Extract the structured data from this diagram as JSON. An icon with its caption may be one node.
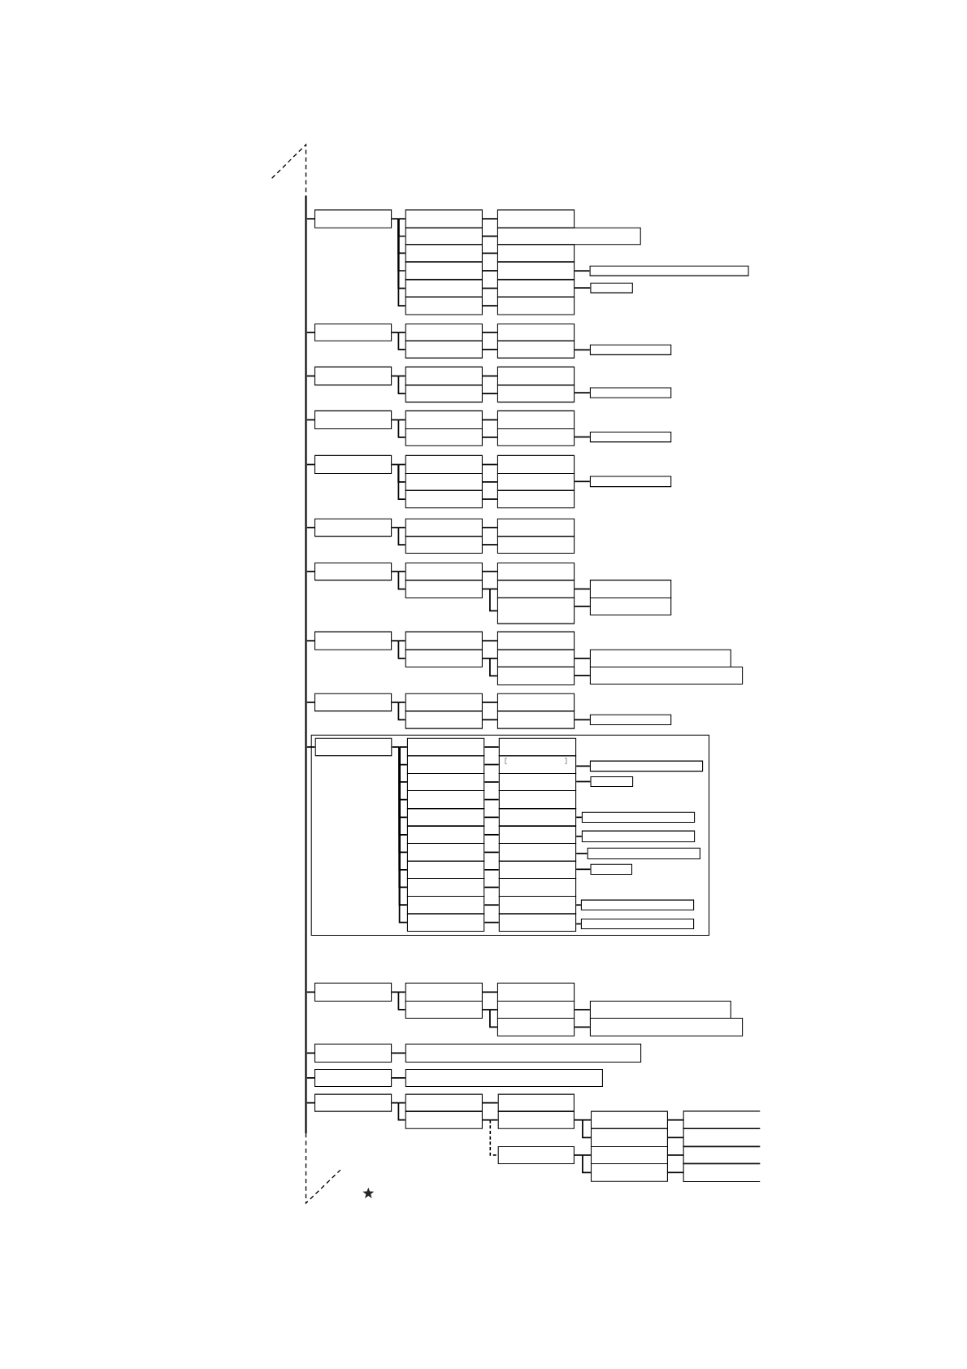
{
  "diagram": {
    "nodes": [
      {
        "text": [],
        "shape": "box"
      },
      {
        "text": [],
        "shape": "box"
      },
      {
        "text": [],
        "shape": "box"
      },
      {
        "text": [],
        "shape": "box"
      },
      {
        "text": [],
        "shape": "box"
      },
      {
        "text": [],
        "shape": "box"
      },
      {
        "text": [],
        "shape": "box"
      },
      {
        "text": [],
        "shape": "box"
      },
      {
        "text": [],
        "shape": "box"
      },
      {
        "text": [],
        "shape": "box"
      },
      {
        "text": [],
        "shape": "box"
      },
      {
        "text": [],
        "shape": "box"
      },
      {
        "text": [],
        "shape": "box"
      },
      {
        "text": [],
        "shape": "box"
      },
      {
        "text": [],
        "shape": "box"
      },
      {
        "text": [],
        "shape": "box"
      },
      {
        "text": [],
        "shape": "box"
      },
      {
        "text": [],
        "shape": "box"
      },
      {
        "text": [],
        "shape": "box"
      },
      {
        "text": [],
        "shape": "box"
      },
      {
        "text": [],
        "shape": "box"
      },
      {
        "text": [],
        "shape": "box"
      },
      {
        "text": [],
        "shape": "box"
      },
      {
        "text": [],
        "shape": "box"
      },
      {
        "text": [],
        "shape": "box"
      },
      {
        "text": [],
        "shape": "box"
      },
      {
        "text": [],
        "shape": "box"
      },
      {
        "text": [],
        "shape": "box"
      },
      {
        "text": [],
        "shape": "box"
      },
      {
        "text": [],
        "shape": "box"
      },
      {
        "text": [],
        "shape": "box"
      },
      {
        "text": [],
        "shape": "box"
      },
      {
        "text": [],
        "shape": "box"
      },
      {
        "text": [],
        "shape": "box"
      },
      {
        "text": [],
        "shape": "box"
      },
      {
        "text": [],
        "shape": "box"
      },
      {
        "text": [],
        "shape": "box"
      },
      {
        "text": [],
        "shape": "box"
      },
      {
        "text": [],
        "shape": "box"
      },
      {
        "text": [],
        "shape": "box"
      },
      {
        "text": [],
        "shape": "box"
      },
      {
        "text": [],
        "shape": "box"
      },
      {
        "text": [],
        "shape": "box"
      },
      {
        "text": [],
        "shape": "box"
      },
      {
        "text": [],
        "shape": "box"
      },
      {
        "text": [],
        "shape": "box"
      },
      {
        "text": [],
        "shape": "box"
      },
      {
        "text": [],
        "shape": "box"
      },
      {
        "text": [],
        "shape": "box"
      },
      {
        "text": [],
        "shape": "box"
      },
      {
        "text": [],
        "shape": "box"
      },
      {
        "text": [],
        "shape": "box"
      },
      {
        "text": [],
        "shape": "box"
      },
      {
        "text": [],
        "shape": "box"
      },
      {
        "text": [],
        "shape": "box"
      },
      {
        "text": [],
        "shape": "box"
      },
      {
        "text": [],
        "shape": "box"
      },
      {
        "text": [],
        "shape": "box"
      },
      {
        "text": [],
        "shape": "box"
      },
      {
        "text": [],
        "shape": "box"
      },
      {
        "text": [],
        "shape": "box"
      },
      {
        "text": [],
        "shape": "box"
      },
      {
        "text": [],
        "shape": "box"
      },
      {
        "text": [],
        "shape": "box"
      },
      {
        "text": [],
        "shape": "box"
      },
      {
        "text": [],
        "shape": "box"
      },
      {
        "text": [],
        "shape": "box"
      },
      {
        "text": [],
        "shape": "box"
      },
      {
        "text": [],
        "shape": "box"
      },
      {
        "text": [],
        "shape": "box",
        "in": 68
      },
      {
        "text": [],
        "shape": "box",
        "in": 68
      },
      {
        "text": [],
        "shape": "box",
        "in": 68
      },
      {
        "text": [],
        "shape": "box",
        "in": 68
      },
      {
        "text": [],
        "shape": "box",
        "in": 68
      },
      {
        "text": [],
        "shape": "box",
        "in": 68
      },
      {
        "text": [],
        "shape": "box",
        "in": 68
      },
      {
        "text": [],
        "shape": "box",
        "in": 68
      },
      {
        "text": [],
        "shape": "box",
        "in": 68
      },
      {
        "text": [],
        "shape": "box",
        "in": 68
      },
      {
        "text": [],
        "shape": "box",
        "in": 68
      },
      {
        "text": [],
        "shape": "box",
        "in": 68
      },
      {
        "text": [],
        "shape": "box",
        "in": 68
      },
      {
        "text": [],
        "shape": "box",
        "in": 68
      },
      {
        "text": [],
        "shape": "box",
        "in": 68
      },
      {
        "text": [],
        "shape": "box",
        "in": 68
      },
      {
        "text": [],
        "shape": "box",
        "in": 68
      },
      {
        "text": [],
        "shape": "box",
        "in": 68
      },
      {
        "text": [],
        "shape": "box",
        "in": 68
      },
      {
        "text": [],
        "shape": "box",
        "in": 68
      },
      {
        "text": [],
        "shape": "box",
        "in": 68
      },
      {
        "text": [],
        "shape": "box",
        "in": 68
      },
      {
        "text": [],
        "shape": "box",
        "in": 68
      },
      {
        "text": [],
        "shape": "box",
        "in": 68
      },
      {
        "text": [],
        "shape": "box",
        "in": 68
      },
      {
        "text": [],
        "shape": "box",
        "in": 68
      },
      {
        "text": [],
        "shape": "box",
        "in": 68
      },
      {
        "text": [],
        "shape": "box",
        "in": 68
      },
      {
        "text": [],
        "shape": "box",
        "in": 68
      },
      {
        "text": [],
        "shape": "box",
        "in": 68
      },
      {
        "text": [],
        "shape": "box",
        "in": 68
      },
      {
        "text": [],
        "shape": "box"
      },
      {
        "text": [],
        "shape": "box"
      },
      {
        "text": [],
        "shape": "box"
      },
      {
        "text": [],
        "shape": "box"
      },
      {
        "text": [],
        "shape": "box"
      },
      {
        "text": [],
        "shape": "box"
      },
      {
        "text": [],
        "shape": "box"
      },
      {
        "text": [],
        "shape": "box"
      },
      {
        "text": [],
        "shape": "box"
      },
      {
        "text": [],
        "shape": "box"
      },
      {
        "text": [],
        "shape": "box"
      },
      {
        "text": [],
        "shape": "box"
      },
      {
        "text": [],
        "shape": "box"
      },
      {
        "text": [],
        "shape": "box"
      },
      {
        "text": [],
        "shape": "box"
      },
      {
        "text": [],
        "shape": "box"
      },
      {
        "text": [],
        "shape": "box"
      },
      {
        "text": [],
        "shape": "box"
      },
      {
        "text": [],
        "shape": "box"
      },
      {
        "text": [],
        "shape": "box"
      },
      {
        "text": [],
        "shape": "box"
      },
      {
        "text": [],
        "shape": "box"
      },
      {
        "text": [],
        "shape": "box"
      },
      {
        "text": [],
        "shape": "box"
      },
      {
        "text": [],
        "shape": "box"
      },
      {
        "text": [],
        "shape": "box"
      },
      {
        "text": [],
        "shape": "bar"
      }
    ],
    "edges": [
      {
        "from": 126,
        "to": 0,
        "arrow": "none"
      },
      {
        "from": 0,
        "to": 1,
        "arrow": "none"
      },
      {
        "from": 0,
        "to": 2,
        "arrow": "none"
      },
      {
        "from": 0,
        "to": 3,
        "arrow": "none"
      },
      {
        "from": 0,
        "to": 4,
        "arrow": "none"
      },
      {
        "from": 0,
        "to": 5,
        "arrow": "none"
      },
      {
        "from": 0,
        "to": 6,
        "arrow": "none"
      },
      {
        "from": 1,
        "to": 7,
        "arrow": "none"
      },
      {
        "from": 2,
        "to": 8,
        "arrow": "none"
      },
      {
        "from": 3,
        "to": 9,
        "arrow": "none"
      },
      {
        "from": 4,
        "to": 10,
        "arrow": "none"
      },
      {
        "from": 5,
        "to": 11,
        "arrow": "none"
      },
      {
        "from": 6,
        "to": 12,
        "arrow": "none"
      },
      {
        "from": 10,
        "to": 13,
        "arrow": "none"
      },
      {
        "from": 11,
        "to": 14,
        "arrow": "none"
      },
      {
        "from": 126,
        "to": 15,
        "arrow": "none"
      },
      {
        "from": 15,
        "to": 16,
        "arrow": "none"
      },
      {
        "from": 15,
        "to": 17,
        "arrow": "none"
      },
      {
        "from": 16,
        "to": 18,
        "arrow": "none"
      },
      {
        "from": 17,
        "to": 19,
        "arrow": "none"
      },
      {
        "from": 19,
        "to": 20,
        "arrow": "none"
      },
      {
        "from": 126,
        "to": 21,
        "arrow": "none"
      },
      {
        "from": 21,
        "to": 22,
        "arrow": "none"
      },
      {
        "from": 21,
        "to": 23,
        "arrow": "none"
      },
      {
        "from": 22,
        "to": 24,
        "arrow": "none"
      },
      {
        "from": 23,
        "to": 25,
        "arrow": "none"
      },
      {
        "from": 25,
        "to": 26,
        "arrow": "none"
      },
      {
        "from": 126,
        "to": 27,
        "arrow": "none"
      },
      {
        "from": 27,
        "to": 28,
        "arrow": "none"
      },
      {
        "from": 27,
        "to": 29,
        "arrow": "none"
      },
      {
        "from": 28,
        "to": 30,
        "arrow": "none"
      },
      {
        "from": 29,
        "to": 31,
        "arrow": "none"
      },
      {
        "from": 31,
        "to": 32,
        "arrow": "none"
      },
      {
        "from": 126,
        "to": 33,
        "arrow": "none"
      },
      {
        "from": 33,
        "to": 34,
        "arrow": "none"
      },
      {
        "from": 33,
        "to": 35,
        "arrow": "none"
      },
      {
        "from": 33,
        "to": 36,
        "arrow": "none"
      },
      {
        "from": 34,
        "to": 37,
        "arrow": "none"
      },
      {
        "from": 35,
        "to": 38,
        "arrow": "none"
      },
      {
        "from": 36,
        "to": 39,
        "arrow": "none"
      },
      {
        "from": 38,
        "to": 40,
        "arrow": "none"
      },
      {
        "from": 126,
        "to": 41,
        "arrow": "none"
      },
      {
        "from": 41,
        "to": 42,
        "arrow": "none"
      },
      {
        "from": 41,
        "to": 43,
        "arrow": "none"
      },
      {
        "from": 42,
        "to": 44,
        "arrow": "none"
      },
      {
        "from": 43,
        "to": 45,
        "arrow": "none"
      },
      {
        "from": 126,
        "to": 46,
        "arrow": "none"
      },
      {
        "from": 46,
        "to": 47,
        "arrow": "none"
      },
      {
        "from": 46,
        "to": 48,
        "arrow": "none"
      },
      {
        "from": 47,
        "to": 49,
        "arrow": "none"
      },
      {
        "from": 48,
        "to": 50,
        "arrow": "none"
      },
      {
        "from": 48,
        "to": 51,
        "arrow": "none"
      },
      {
        "from": 50,
        "to": 52,
        "arrow": "none"
      },
      {
        "from": 51,
        "to": 53,
        "arrow": "none"
      },
      {
        "from": 126,
        "to": 54,
        "arrow": "none"
      },
      {
        "from": 54,
        "to": 55,
        "arrow": "none"
      },
      {
        "from": 54,
        "to": 56,
        "arrow": "none"
      },
      {
        "from": 55,
        "to": 57,
        "arrow": "none"
      },
      {
        "from": 56,
        "to": 58,
        "arrow": "none"
      },
      {
        "from": 56,
        "to": 59,
        "arrow": "none"
      },
      {
        "from": 58,
        "to": 60,
        "arrow": "none"
      },
      {
        "from": 59,
        "to": 61,
        "arrow": "none"
      },
      {
        "from": 126,
        "to": 62,
        "arrow": "none"
      },
      {
        "from": 62,
        "to": 63,
        "arrow": "none"
      },
      {
        "from": 62,
        "to": 64,
        "arrow": "none"
      },
      {
        "from": 63,
        "to": 65,
        "arrow": "none"
      },
      {
        "from": 64,
        "to": 66,
        "arrow": "none"
      },
      {
        "from": 66,
        "to": 67,
        "arrow": "none"
      },
      {
        "from": 126,
        "to": 69,
        "arrow": "none"
      },
      {
        "from": 69,
        "to": 70,
        "arrow": "none"
      },
      {
        "from": 69,
        "to": 71,
        "arrow": "none"
      },
      {
        "from": 69,
        "to": 72,
        "arrow": "none"
      },
      {
        "from": 69,
        "to": 73,
        "arrow": "none"
      },
      {
        "from": 69,
        "to": 74,
        "arrow": "none"
      },
      {
        "from": 69,
        "to": 75,
        "arrow": "none"
      },
      {
        "from": 69,
        "to": 76,
        "arrow": "none"
      },
      {
        "from": 69,
        "to": 77,
        "arrow": "none"
      },
      {
        "from": 69,
        "to": 78,
        "arrow": "none"
      },
      {
        "from": 69,
        "to": 79,
        "arrow": "none"
      },
      {
        "from": 69,
        "to": 80,
        "arrow": "none"
      },
      {
        "from": 70,
        "to": 81,
        "arrow": "none"
      },
      {
        "from": 71,
        "to": 82,
        "arrow": "none"
      },
      {
        "from": 72,
        "to": 83,
        "arrow": "none"
      },
      {
        "from": 73,
        "to": 84,
        "arrow": "none"
      },
      {
        "from": 74,
        "to": 85,
        "arrow": "none"
      },
      {
        "from": 75,
        "to": 86,
        "arrow": "none"
      },
      {
        "from": 76,
        "to": 87,
        "arrow": "none"
      },
      {
        "from": 77,
        "to": 88,
        "arrow": "none"
      },
      {
        "from": 78,
        "to": 89,
        "arrow": "none"
      },
      {
        "from": 79,
        "to": 90,
        "arrow": "none"
      },
      {
        "from": 80,
        "to": 91,
        "arrow": "none"
      },
      {
        "from": 82,
        "to": 92,
        "arrow": "none"
      },
      {
        "from": 83,
        "to": 93,
        "arrow": "none"
      },
      {
        "from": 85,
        "to": 94,
        "arrow": "none"
      },
      {
        "from": 86,
        "to": 95,
        "arrow": "none"
      },
      {
        "from": 87,
        "to": 96,
        "arrow": "none"
      },
      {
        "from": 88,
        "to": 97,
        "arrow": "none"
      },
      {
        "from": 90,
        "to": 98,
        "arrow": "none"
      },
      {
        "from": 91,
        "to": 99,
        "arrow": "none"
      },
      {
        "from": 126,
        "to": 100,
        "arrow": "none"
      },
      {
        "from": 100,
        "to": 101,
        "arrow": "none"
      },
      {
        "from": 100,
        "to": 102,
        "arrow": "none"
      },
      {
        "from": 101,
        "to": 103,
        "arrow": "none"
      },
      {
        "from": 102,
        "to": 104,
        "arrow": "none"
      },
      {
        "from": 102,
        "to": 105,
        "arrow": "none"
      },
      {
        "from": 104,
        "to": 106,
        "arrow": "none"
      },
      {
        "from": 105,
        "to": 107,
        "arrow": "none"
      },
      {
        "from": 126,
        "to": 108,
        "arrow": "none"
      },
      {
        "from": 108,
        "to": 109,
        "arrow": "none"
      },
      {
        "from": 126,
        "to": 110,
        "arrow": "none"
      },
      {
        "from": 110,
        "to": 111,
        "arrow": "none"
      },
      {
        "from": 126,
        "to": 112,
        "arrow": "none"
      },
      {
        "from": 112,
        "to": 113,
        "arrow": "none"
      },
      {
        "from": 112,
        "to": 114,
        "arrow": "none"
      },
      {
        "from": 113,
        "to": 115,
        "arrow": "none"
      },
      {
        "from": 114,
        "to": 116,
        "arrow": "none"
      },
      {
        "from": 114,
        "to": 117,
        "arrow": "none",
        "style": "dashed"
      },
      {
        "from": 116,
        "to": 118,
        "arrow": "none"
      },
      {
        "from": 116,
        "to": 119,
        "arrow": "none"
      },
      {
        "from": 117,
        "to": 120,
        "arrow": "none"
      },
      {
        "from": 117,
        "to": 121,
        "arrow": "none"
      },
      {
        "from": 118,
        "to": 122,
        "arrow": "none"
      },
      {
        "from": 119,
        "to": 123,
        "arrow": "none"
      },
      {
        "from": 120,
        "to": 124,
        "arrow": "none"
      },
      {
        "from": 121,
        "to": 125,
        "arrow": "none"
      }
    ]
  }
}
